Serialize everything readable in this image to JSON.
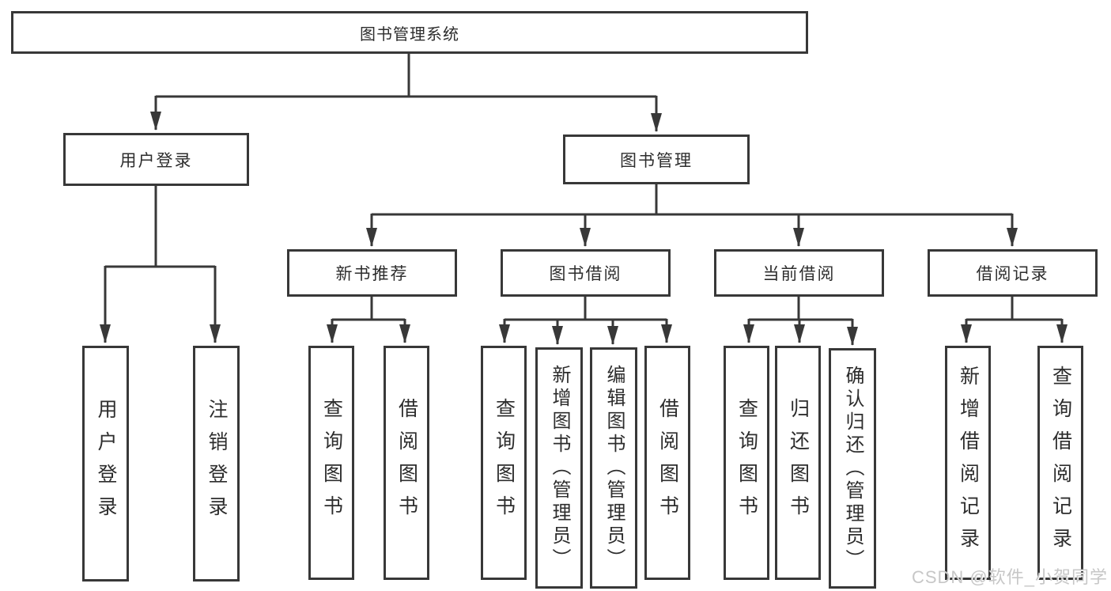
{
  "title": "图书管理系统",
  "watermark": "CSDN @软件_小贺同学",
  "colors": {
    "line": "#383838",
    "text": "#2d2d2d",
    "watermark": "#c7c7c7",
    "background": "#ffffff"
  },
  "nodes": {
    "root": "图书管理系统",
    "user_login": "用户登录",
    "book_mgmt": "图书管理",
    "new_book_rec": "新书推荐",
    "book_borrow": "图书借阅",
    "current_borrow": "当前借阅",
    "borrow_record": "借阅记录",
    "leaf_user_login": "用户登录",
    "leaf_logout": "注销登录",
    "nb_query_books": "查询图书",
    "nb_borrow_books": "借阅图书",
    "bb_query_books": "查询图书",
    "bb_add_books_admin": "新增图书（管理员）",
    "bb_edit_books_admin": "编辑图书（管理员）",
    "bb_borrow_books": "借阅图书",
    "cb_query_books": "查询图书",
    "cb_return_books": "归还图书",
    "cb_confirm_return_admin": "确认归还（管理员）",
    "br_add_record": "新增借阅记录",
    "br_query_record": "查询借阅记录"
  },
  "hierarchy": {
    "root": "图书管理系统",
    "children": [
      {
        "label": "用户登录",
        "children": [
          "用户登录",
          "注销登录"
        ]
      },
      {
        "label": "图书管理",
        "children": [
          {
            "label": "新书推荐",
            "children": [
              "查询图书",
              "借阅图书"
            ]
          },
          {
            "label": "图书借阅",
            "children": [
              "查询图书",
              "新增图书（管理员）",
              "编辑图书（管理员）",
              "借阅图书"
            ]
          },
          {
            "label": "当前借阅",
            "children": [
              "查询图书",
              "归还图书",
              "确认归还（管理员）"
            ]
          },
          {
            "label": "借阅记录",
            "children": [
              "新增借阅记录",
              "查询借阅记录"
            ]
          }
        ]
      }
    ]
  }
}
